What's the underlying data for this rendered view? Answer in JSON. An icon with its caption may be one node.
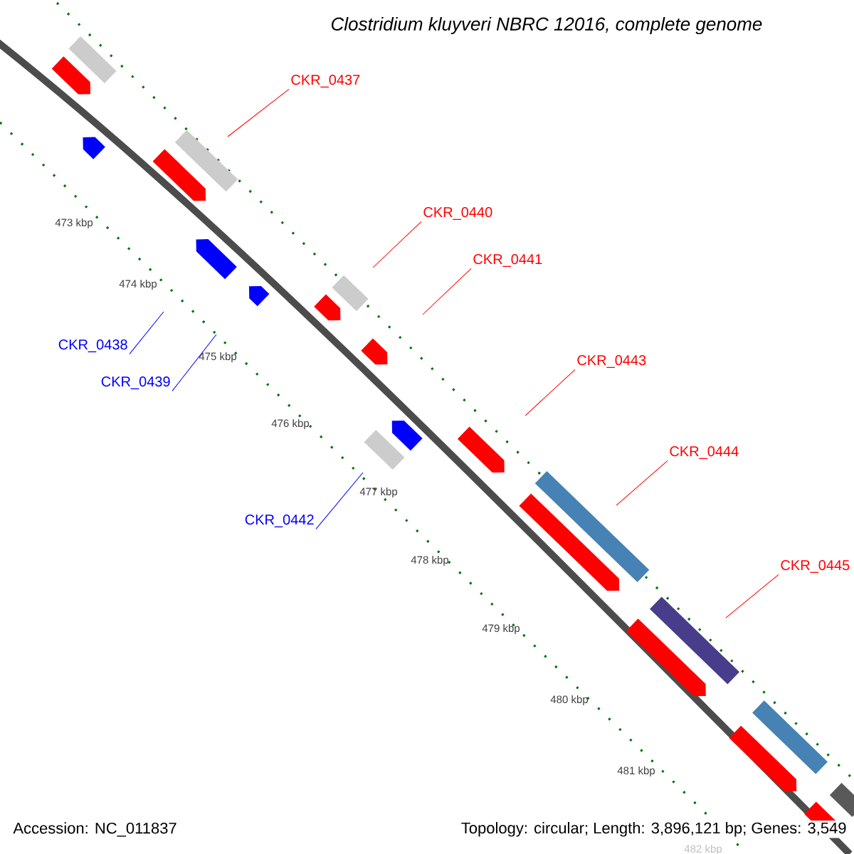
{
  "diagram": {
    "title": "Clostridium kluyveri NBRC 12016, complete genome",
    "nodes": [
      {
        "text": [
          "CKR_0437"
        ]
      },
      {
        "text": [
          "CKR_0440"
        ]
      },
      {
        "text": [
          "CKR_0441"
        ]
      },
      {
        "text": [
          "CKR_0438"
        ]
      },
      {
        "text": [
          "CKR_0443"
        ]
      },
      {
        "text": [
          "CKR_0439"
        ]
      },
      {
        "text": [
          "CKR_0444"
        ]
      },
      {
        "text": [
          "CKR_0442"
        ]
      },
      {
        "text": [
          "CKR_0445"
        ]
      }
    ],
    "edges": [
      {
        "from": 0,
        "to": null,
        "arrow": "none"
      },
      {
        "from": 1,
        "to": null,
        "arrow": "none"
      },
      {
        "from": 2,
        "to": null,
        "arrow": "none"
      },
      {
        "from": 3,
        "to": null,
        "arrow": "none",
        "color": "#0000ff"
      },
      {
        "from": 4,
        "to": null,
        "arrow": "none"
      },
      {
        "from": 5,
        "to": null,
        "arrow": "none",
        "color": "#0000ff"
      },
      {
        "from": 6,
        "to": null,
        "arrow": "none"
      },
      {
        "from": 7,
        "to": null,
        "arrow": "none",
        "color": "#0000ff"
      },
      {
        "from": 8,
        "to": null,
        "arrow": "none"
      }
    ],
    "labels": [
      "473 kbp",
      "474 kbp",
      "475 kbp",
      "476 kbp",
      "477 kbp",
      "478 kbp",
      "479 kbp",
      "480 kbp",
      "481 kbp",
      "482 kbp",
      "Accession: NC_011837",
      "Topology: circular; Length: 3,896,121 bp; Genes: 3,549"
    ]
  }
}
